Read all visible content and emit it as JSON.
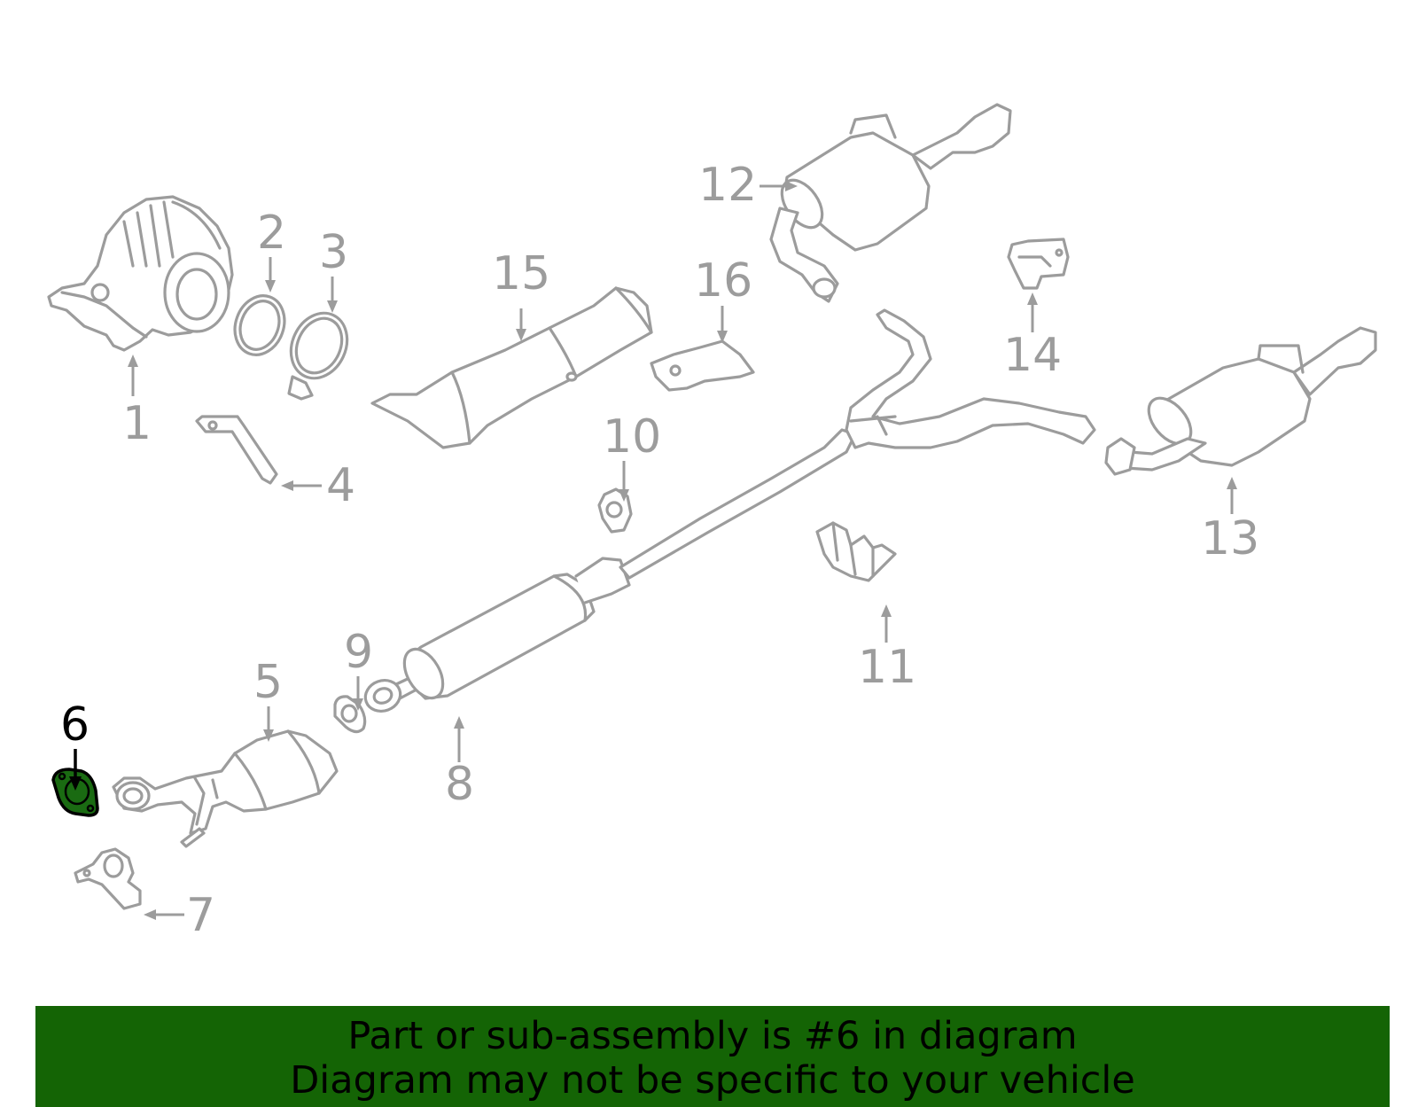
{
  "diagram": {
    "selected_part": "6",
    "colors": {
      "part_stroke": "#9c9c9c",
      "selected_text": "#000000",
      "highlight_fill": "#1a6b12",
      "banner_background": "#146405"
    },
    "callouts": [
      {
        "id": "1",
        "label": "1"
      },
      {
        "id": "2",
        "label": "2"
      },
      {
        "id": "3",
        "label": "3"
      },
      {
        "id": "4",
        "label": "4"
      },
      {
        "id": "5",
        "label": "5"
      },
      {
        "id": "6",
        "label": "6"
      },
      {
        "id": "7",
        "label": "7"
      },
      {
        "id": "8",
        "label": "8"
      },
      {
        "id": "9",
        "label": "9"
      },
      {
        "id": "10",
        "label": "10"
      },
      {
        "id": "11",
        "label": "11"
      },
      {
        "id": "12",
        "label": "12"
      },
      {
        "id": "13",
        "label": "13"
      },
      {
        "id": "14",
        "label": "14"
      },
      {
        "id": "15",
        "label": "15"
      },
      {
        "id": "16",
        "label": "16"
      }
    ]
  },
  "banner": {
    "line1": "Part or sub-assembly is #6 in diagram",
    "line2": "Diagram may not be specific to your vehicle"
  }
}
